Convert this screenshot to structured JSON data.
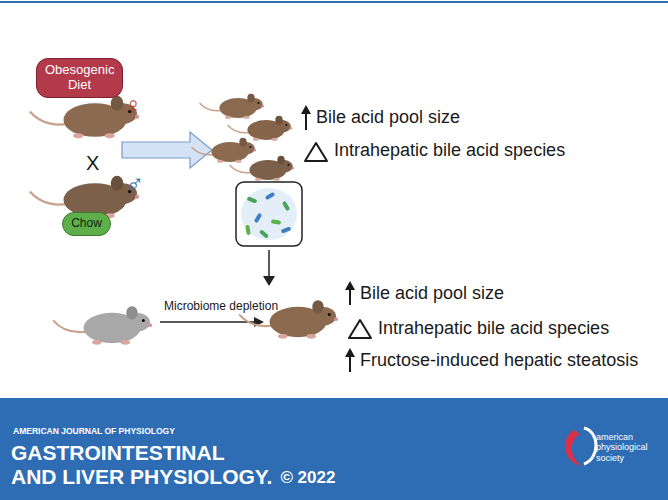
{
  "diagram": {
    "nodes": [
      {
        "text": [
          "Obesogenic Diet"
        ]
      },
      {
        "text": [
          "Chow"
        ]
      }
    ],
    "labels": [
      "♀",
      "X",
      "♂",
      "Bile acid pool size",
      "Intrahepatic bile acid species",
      "Microbiome depletion",
      "Bile acid pool size",
      "Intrahepatic bile acid species",
      "Fructose-induced hepatic steatosis",
      "AMERICAN JOURNAL OF PHYSIOLOGY",
      "GASTROINTESTINAL",
      "AND LIVER PHYSIOLOGY.",
      "© 2022",
      "american physiological society"
    ]
  }
}
